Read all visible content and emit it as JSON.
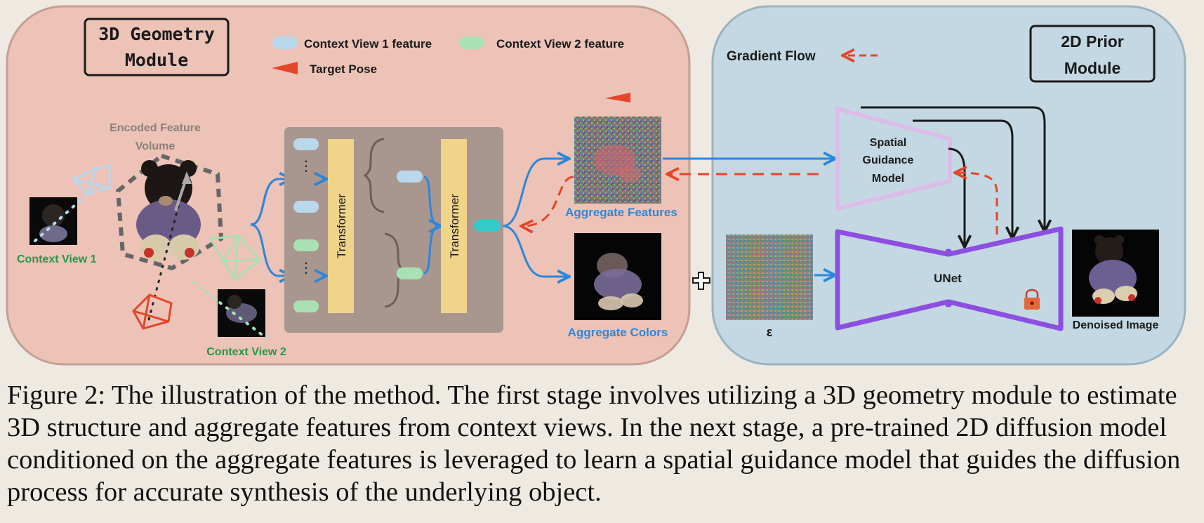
{
  "geometry_module": {
    "title_line1": "3D Geometry",
    "title_line2": "Module",
    "legend": {
      "view1": "Context View 1 feature",
      "view2": "Context View 2 feature",
      "target": "Target Pose"
    },
    "volume_label_line1": "Encoded Feature",
    "volume_label_line2": "Volume",
    "context_view_1": "Context View 1",
    "context_view_2": "Context View 2",
    "transformer_1": "Transformer",
    "transformer_2": "Transformer",
    "aggregate_features": "Aggregate Features",
    "aggregate_colors": "Aggregate Colors"
  },
  "prior_module": {
    "title_line1": "2D Prior",
    "title_line2": "Module",
    "gradient_flow": "Gradient Flow",
    "guidance_line1": "Spatial",
    "guidance_line2": "Guidance",
    "guidance_line3": "Model",
    "unet": "UNet",
    "epsilon": "ε",
    "denoised": "Denoised Image"
  },
  "caption": "Figure 2: The illustration of the method. The first stage involves utilizing a 3D geometry module to estimate 3D structure and aggregate features from context views. In the next stage, a pre-trained 2D diffusion model conditioned on the aggregate features is leveraged to learn a spatial guidance model that guides the diffusion process for accurate synthesis of the underlying object.",
  "colors": {
    "left_panel": "#edc2b7",
    "right_panel": "#c3d8e2",
    "transformer_block": "#efd48a",
    "view1_feature": "#b9d8ec",
    "view2_feature": "#a9e0b4",
    "target_pose": "#e3462a",
    "flow_arrow": "#2a87dc",
    "gradient_arrow": "#e3462a",
    "unet": "#8c4fe0",
    "guidance": "#dcbce8",
    "context_label": "#1f9a4a",
    "aggregate_label": "#2a87dc"
  }
}
